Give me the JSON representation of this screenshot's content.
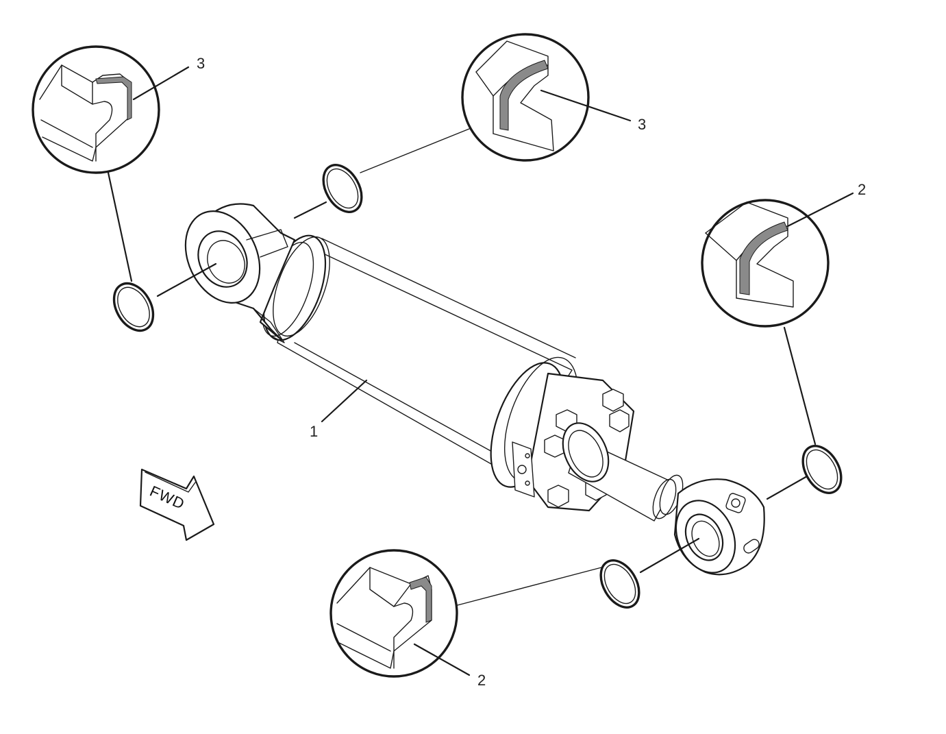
{
  "diagram": {
    "colors": {
      "ink": "#1a1a1a",
      "paper": "#ffffff",
      "seal_hatch": "#8a8a8a"
    },
    "callouts": [
      {
        "id": "cylinder",
        "label": "1"
      },
      {
        "id": "seal-rod-end-right",
        "label": "2"
      },
      {
        "id": "seal-rod-end-bottom",
        "label": "2"
      },
      {
        "id": "seal-head-end-left",
        "label": "3"
      },
      {
        "id": "seal-head-end-top",
        "label": "3"
      }
    ],
    "direction_arrow": {
      "label": "FWD",
      "icon": "forward-arrow-icon"
    }
  }
}
